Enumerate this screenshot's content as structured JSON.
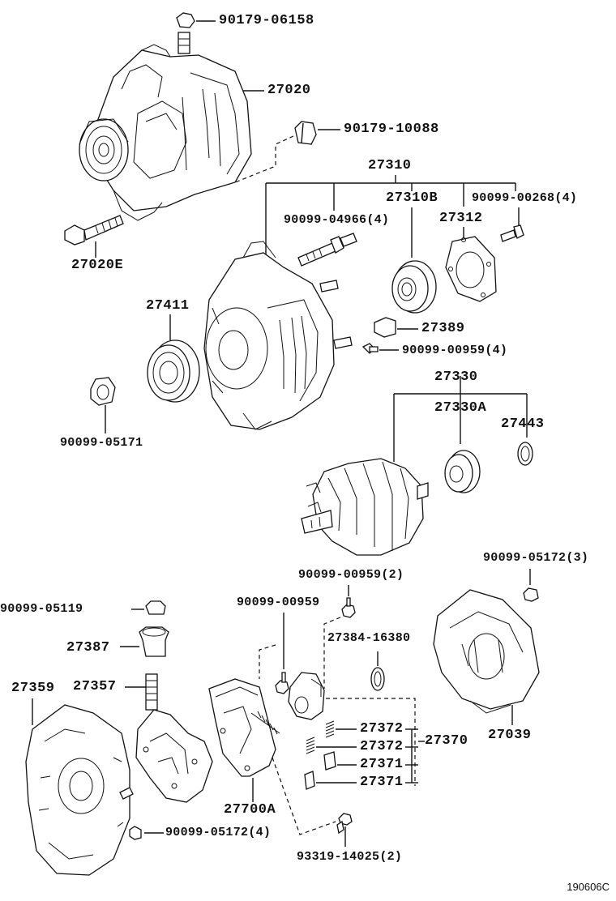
{
  "diagram": {
    "colors": {
      "ink": "#111111",
      "background": "#ffffff"
    },
    "part_labels": {
      "p90179_06158": "90179-06158",
      "p27020": "27020",
      "p90179_10088": "90179-10088",
      "p27310": "27310",
      "p27310b": "27310B",
      "p90099_00268": "90099-00268(4)",
      "p90099_04966": "90099-04966(4)",
      "p27312": "27312",
      "p27020e": "27020E",
      "p27411": "27411",
      "p27389": "27389",
      "p90099_00959_4": "90099-00959(4)",
      "p27330": "27330",
      "p27330a": "27330A",
      "p27443": "27443",
      "p90099_05171": "90099-05171",
      "p90099_05172_3": "90099-05172(3)",
      "p90099_00959_2": "90099-00959(2)",
      "p90099_05119": "90099-05119",
      "p90099_00959": "90099-00959",
      "p27384_16380": "27384-16380",
      "p27387": "27387",
      "p27359": "27359",
      "p27357": "27357",
      "p27039": "27039",
      "p27372_a": "27372",
      "p27372_b": "27372",
      "p27370": "27370",
      "p27371_a": "27371",
      "p27371_b": "27371",
      "p27700a": "27700A",
      "p90099_05172_4": "90099-05172(4)",
      "p93319_14025": "93319-14025(2)"
    },
    "reference_code": "190606C"
  }
}
